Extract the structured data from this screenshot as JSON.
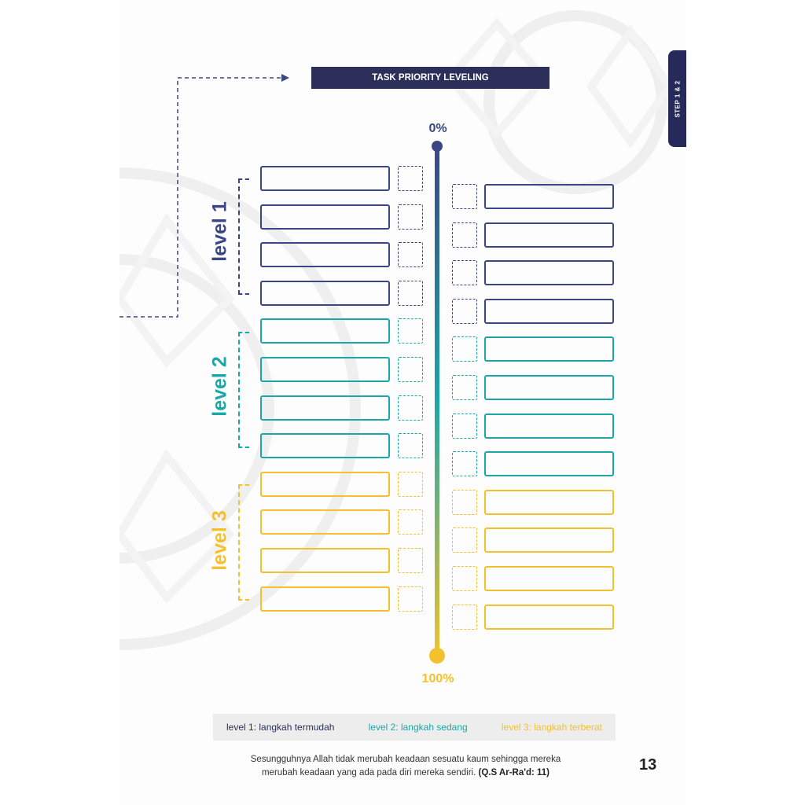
{
  "side_tab": {
    "label": "STEP 1 & 2"
  },
  "title": "TASK PRIORITY LEVELING",
  "scale": {
    "start": "0%",
    "end": "100%"
  },
  "levels": [
    {
      "label": "level 1",
      "color": "#3b4784"
    },
    {
      "label": "level 2",
      "color": "#1aa7a8"
    },
    {
      "label": "level 3",
      "color": "#f3c12c"
    }
  ],
  "legend": {
    "level1": "level 1: langkah termudah",
    "level2": "level 2: langkah sedang",
    "level3": "level 3: langkah terberat"
  },
  "quote": {
    "line1": "Sesungguhnya Allah tidak merubah keadaan sesuatu kaum sehingga mereka",
    "line2": "merubah keadaan yang ada pada diri mereka sendiri.",
    "reference": "(Q.S Ar-Ra'd: 11)"
  },
  "page_number": "13",
  "colors": {
    "navy": "#2b2f59",
    "teal": "#1aa7a8",
    "yellow": "#f3c12c",
    "dashed_arrow": "#3b4784"
  }
}
